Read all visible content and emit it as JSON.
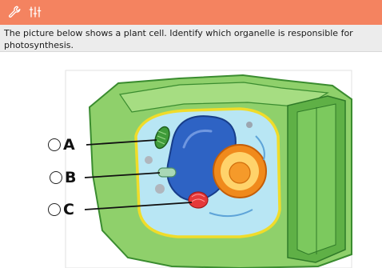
{
  "toolbar": {
    "color": "#f48360",
    "icons": [
      "wrench-icon",
      "settings-sliders-icon"
    ]
  },
  "question": {
    "text": "The picture below shows a plant cell. Identify which organelle is responsible for photosynthesis."
  },
  "figure": {
    "subject": "plant-cell",
    "options": [
      {
        "letter": "A"
      },
      {
        "letter": "B"
      },
      {
        "letter": "C"
      }
    ]
  }
}
